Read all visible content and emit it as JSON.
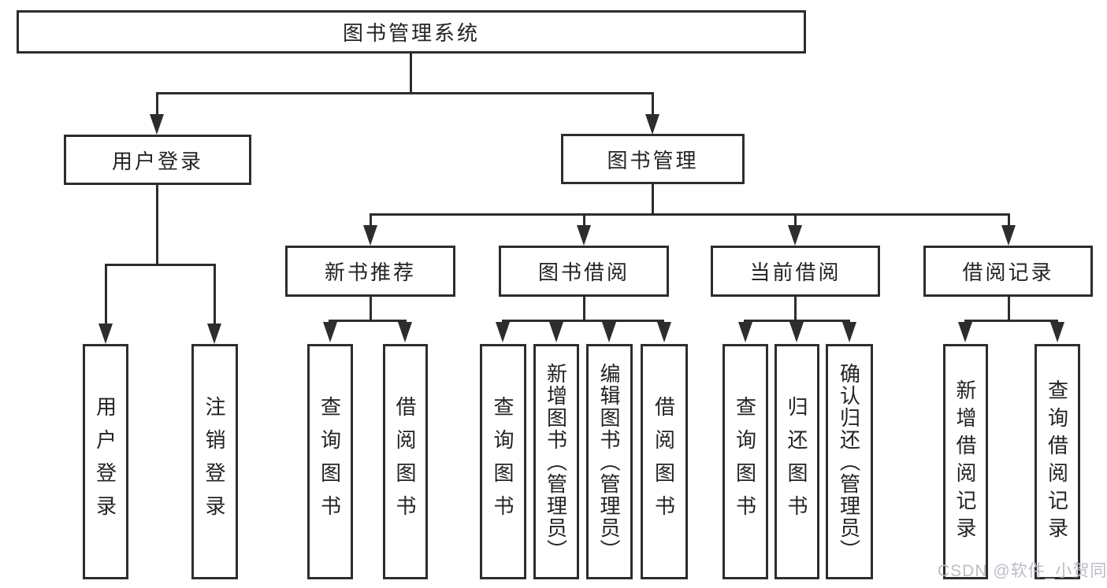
{
  "diagram_title": "图书管理系统",
  "tree": {
    "root": {
      "label": "图书管理系统",
      "children": [
        {
          "label": "用户登录",
          "children": [
            {
              "label": "用户登录"
            },
            {
              "label": "注销登录"
            }
          ]
        },
        {
          "label": "图书管理",
          "children": [
            {
              "label": "新书推荐",
              "children": [
                {
                  "label": "查询图书"
                },
                {
                  "label": "借阅图书"
                }
              ]
            },
            {
              "label": "图书借阅",
              "children": [
                {
                  "label": "查询图书"
                },
                {
                  "label": "新增图书（管理员）"
                },
                {
                  "label": "编辑图书（管理员）"
                },
                {
                  "label": "借阅图书"
                }
              ]
            },
            {
              "label": "当前借阅",
              "children": [
                {
                  "label": "查询图书"
                },
                {
                  "label": "归还图书"
                },
                {
                  "label": "确认归还（管理员）"
                }
              ]
            },
            {
              "label": "借阅记录",
              "children": [
                {
                  "label": "新增借阅记录"
                },
                {
                  "label": "查询借阅记录"
                }
              ]
            }
          ]
        }
      ]
    }
  },
  "watermark": "CSDN @软件_小贺同学",
  "colors": {
    "background": "#ffffff",
    "line_and_border": "#2d2d2d",
    "text": "#232323",
    "watermark": "#b9bdc4"
  }
}
